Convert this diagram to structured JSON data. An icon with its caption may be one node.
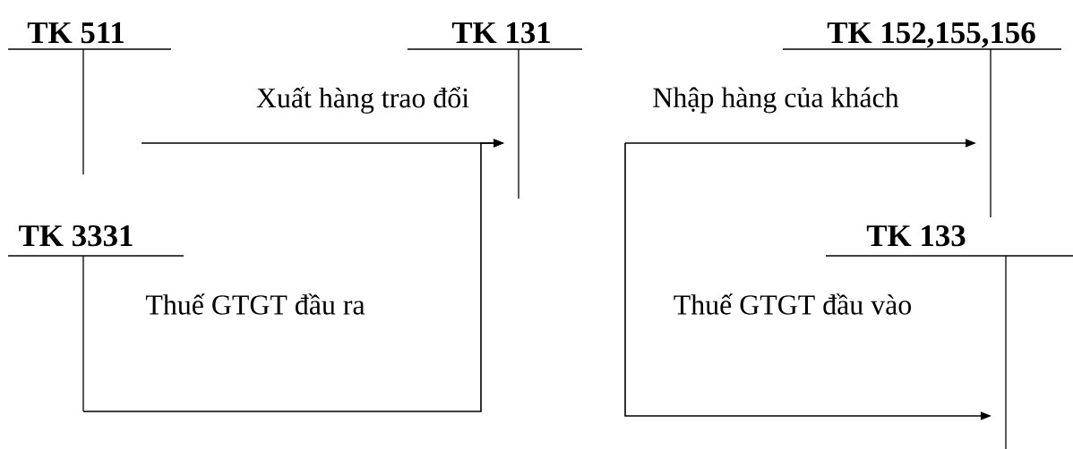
{
  "diagram": {
    "nodes": [
      {
        "text": [
          "TK 511"
        ]
      },
      {
        "text": [
          "TK 131"
        ]
      },
      {
        "text": [
          "TK 152,155,156"
        ]
      },
      {
        "text": [
          "TK 3331"
        ]
      },
      {
        "text": [
          "TK 133"
        ]
      }
    ],
    "edges": [
      {
        "from": 0,
        "to": 1,
        "arrow": "to",
        "label": "Xuất hàng trao đổi"
      },
      {
        "from": 3,
        "to": 1,
        "arrow": "to",
        "label": "Thuế GTGT đầu ra"
      },
      {
        "from": null,
        "to": 2,
        "arrow": "to",
        "label": "Nhập hàng của khách"
      },
      {
        "from": null,
        "to": 4,
        "arrow": "to",
        "label": "Thuế GTGT đầu vào"
      }
    ]
  }
}
